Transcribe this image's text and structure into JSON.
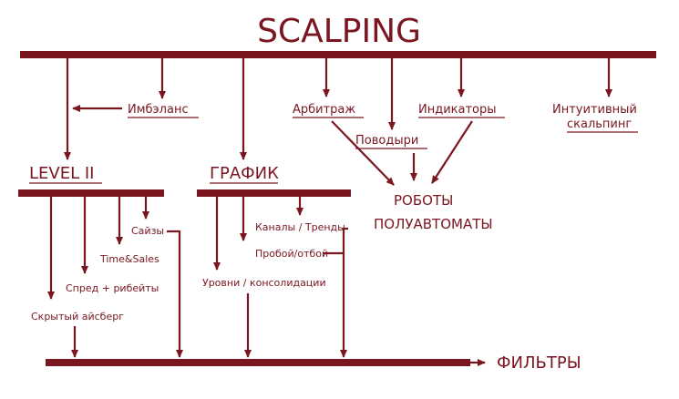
{
  "title": "SCALPING",
  "top_nodes": {
    "imbalance": "Имбэланс",
    "arbitrage": "Арбитраж",
    "povodyri": "Поводыри",
    "indicators": "Индикаторы",
    "intuitive_line1": "Интуитивный",
    "intuitive_line2": "скальпинг"
  },
  "robots": {
    "line1": "РОБОТЫ",
    "line2": "ПОЛУАВТОМАТЫ"
  },
  "level2": {
    "label": "LEVEL II",
    "items": {
      "sizes": "Сайзы",
      "time_sales": "Time&Sales",
      "spread": "Спред  + рибейты",
      "iceberg": "Скрытый айсберг"
    }
  },
  "chart": {
    "label": "ГРАФИК",
    "items": {
      "channels": "Каналы / Тренды",
      "breakout": "Пробой/отбой",
      "levels": "Уровни / консолидации"
    }
  },
  "filters": "ФИЛЬТРЫ",
  "colors": {
    "accent": "#7a1620",
    "background": "#ffffff"
  }
}
